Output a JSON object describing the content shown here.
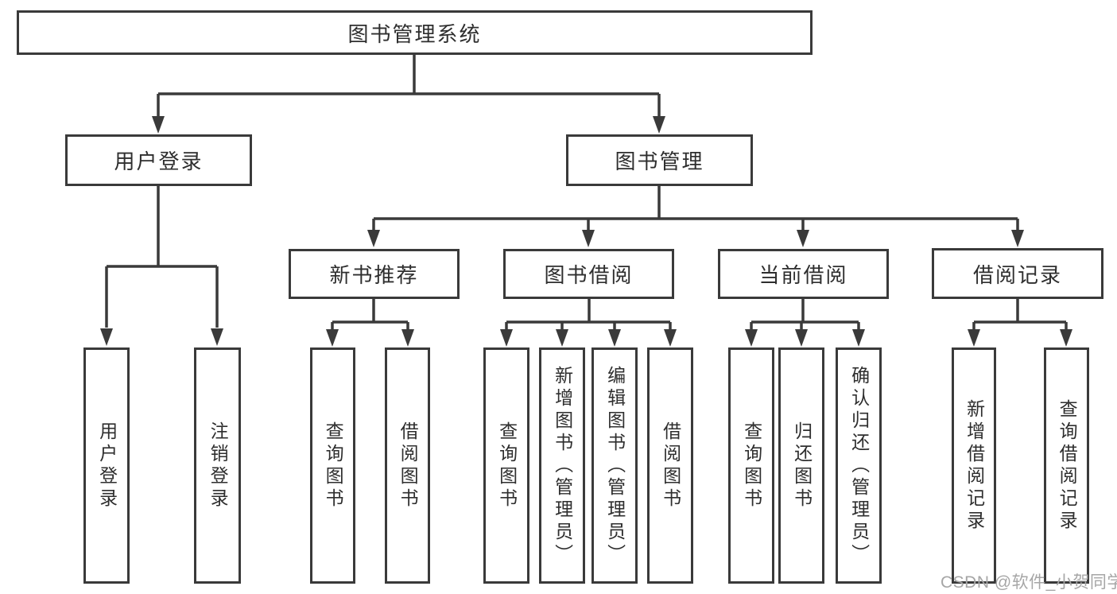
{
  "diagram": {
    "title": {
      "label": "图书管理系统"
    },
    "branches": [
      {
        "label": "用户登录",
        "children": [
          {
            "label": "用户登录"
          },
          {
            "label": "注销登录"
          }
        ]
      },
      {
        "label": "图书管理",
        "children": [
          {
            "label": "新书推荐",
            "children": [
              {
                "label": "查询图书"
              },
              {
                "label": "借阅图书"
              }
            ]
          },
          {
            "label": "图书借阅",
            "children": [
              {
                "label": "查询图书"
              },
              {
                "label": "新增图书（管理员）"
              },
              {
                "label": "编辑图书（管理员）"
              },
              {
                "label": "借阅图书"
              }
            ]
          },
          {
            "label": "当前借阅",
            "children": [
              {
                "label": "查询图书"
              },
              {
                "label": "归还图书"
              },
              {
                "label": "确认归还（管理员）"
              }
            ]
          },
          {
            "label": "借阅记录",
            "children": [
              {
                "label": "新增借阅记录"
              },
              {
                "label": "查询借阅记录"
              }
            ]
          }
        ]
      }
    ],
    "watermark": {
      "text": "CSDN @软件_小贺同学"
    },
    "colors": {
      "line": "#3a3a3a",
      "box_border": "#3a3a3a",
      "text": "#2e2e2e",
      "watermark": "#a6a6a6",
      "background": "#ffffff"
    }
  }
}
